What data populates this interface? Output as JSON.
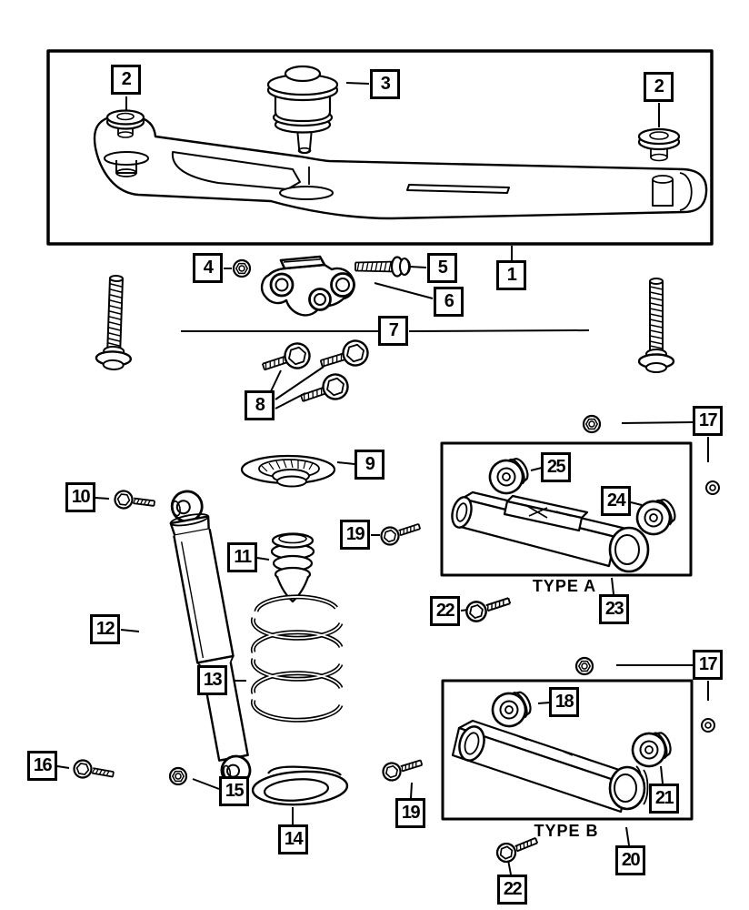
{
  "figure": {
    "type_a_label": "TYPE A",
    "type_b_label": "TYPE B"
  },
  "colors": {
    "line": "#000000",
    "background": "#ffffff"
  },
  "callouts": {
    "c1": "1",
    "c2_left": "2",
    "c2_right": "2",
    "c3": "3",
    "c4": "4",
    "c5": "5",
    "c6": "6",
    "c7": "7",
    "c8": "8",
    "c9": "9",
    "c10": "10",
    "c11": "11",
    "c12": "12",
    "c13": "13",
    "c14": "14",
    "c15": "15",
    "c16": "16",
    "c17_upper": "17",
    "c17_lower": "17",
    "c18": "18",
    "c19_upper": "19",
    "c19_lower": "19",
    "c20": "20",
    "c21": "21",
    "c22_upper": "22",
    "c22_lower": "22",
    "c23": "23",
    "c24": "24",
    "c25": "25"
  }
}
